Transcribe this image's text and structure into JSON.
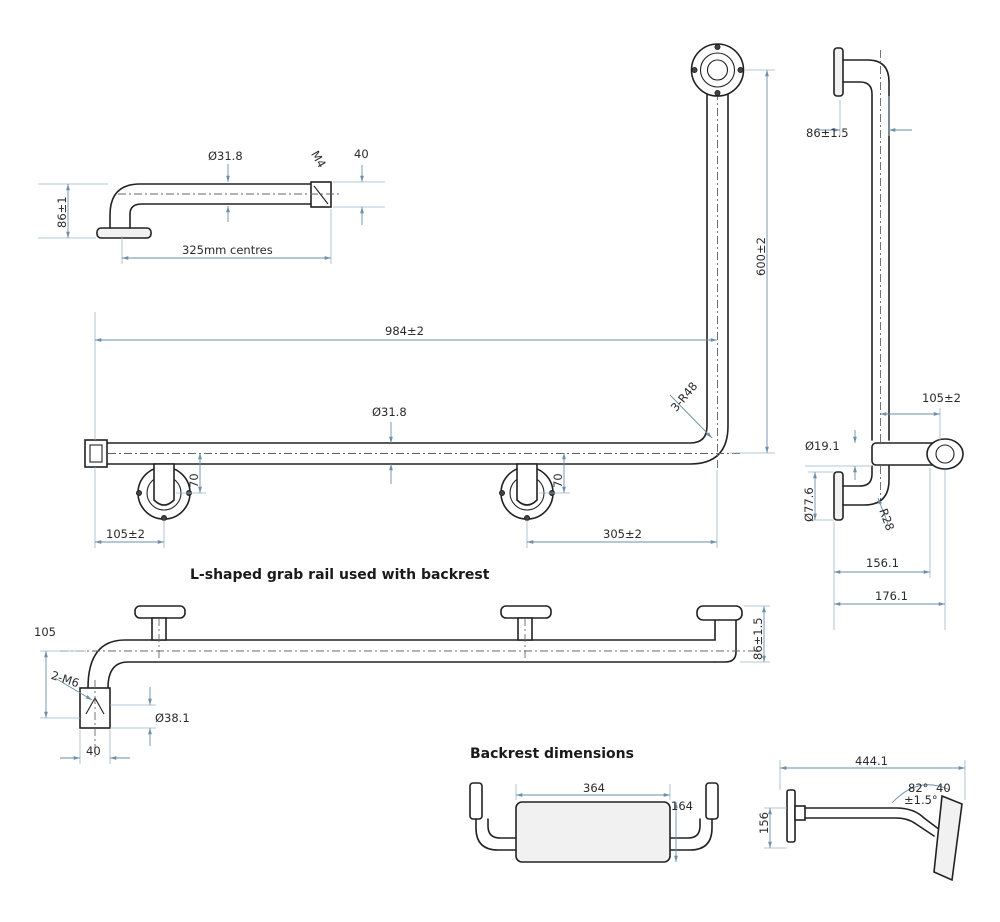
{
  "headings": {
    "l_rail": "L-shaped grab rail used with backrest",
    "backrest": "Backrest dimensions"
  },
  "dimensions": {
    "side_dia": "Ø31.8",
    "side_thread": "M4",
    "side_40": "40",
    "side_86": "86±1",
    "side_centres": "325mm centres",
    "main_984": "984±2",
    "main_radius": "3-R48",
    "main_dia": "Ø31.8",
    "main_70a": "70",
    "main_70b": "70",
    "main_105": "105±2",
    "main_305": "305±2",
    "main_600": "600±2",
    "right_86": "86±1.5",
    "right_105": "105±2",
    "right_dia19": "Ø19.1",
    "right_dia77": "Ø77.6",
    "right_r28": "R28",
    "right_156": "156.1",
    "right_176": "176.1",
    "bottom_105": "105",
    "bottom_thread": "2-M6",
    "bottom_dia": "Ø38.1",
    "bottom_40": "40",
    "bottom_86": "86±1.5",
    "back_364": "364",
    "back_164": "164",
    "back_444": "444.1",
    "back_156": "156",
    "back_angle": "82°",
    "back_tol": "±1.5°",
    "back_40": "40"
  }
}
